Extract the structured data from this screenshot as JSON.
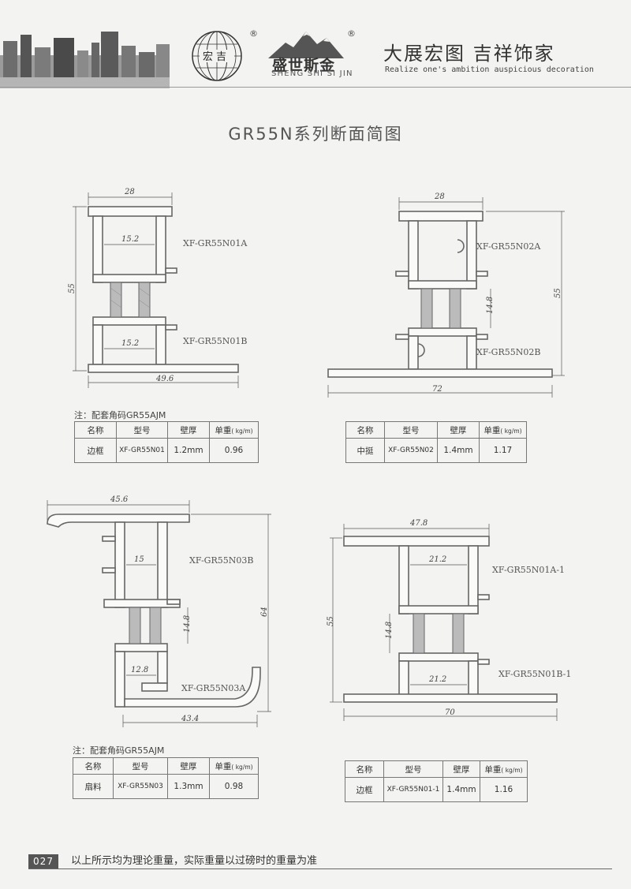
{
  "header": {
    "globe_text": "宏吉",
    "reg_mark": "®",
    "brand_cn": "盛世斯金",
    "brand_en": "SHENG SHI SI JIN",
    "slogan_cn": "大展宏图 吉祥饰家",
    "slogan_en": "Realize one's ambition auspicious decoration"
  },
  "title": "GR55N系列断面简图",
  "drawings": {
    "d1": {
      "top_dim": "28",
      "inner_top": "15.2",
      "inner_bottom": "15.2",
      "height_dim": "55",
      "bottom_dim": "49.6",
      "label_a": "XF-GR55N01A",
      "label_b": "XF-GR55N01B"
    },
    "d2": {
      "top_dim": "28",
      "mid_dim": "14.8",
      "height_dim": "55",
      "bottom_dim": "72",
      "label_a": "XF-GR55N02A",
      "label_b": "XF-GR55N02B"
    },
    "d3": {
      "top_dim": "45.6",
      "inner_top": "15",
      "mid_dim": "14.8",
      "inner_bottom": "12.8",
      "height_dim": "64",
      "bottom_dim": "43.4",
      "label_a": "XF-GR55N03B",
      "label_b": "XF-GR55N03A"
    },
    "d4": {
      "top_dim": "47.8",
      "inner_top": "21.2",
      "mid_dim": "14.8",
      "inner_bottom": "21.2",
      "height_dim": "55",
      "bottom_dim": "70",
      "label_a": "XF-GR55N01A-1",
      "label_b": "XF-GR55N01B-1"
    }
  },
  "notes": {
    "note1": "注：配套角码GR55AJM",
    "note3": "注：配套角码GR55AJM"
  },
  "table_headers": {
    "name": "名称",
    "model": "型号",
    "thickness": "壁厚",
    "weight": "单重",
    "unit": "( kg/m)"
  },
  "tables": [
    {
      "name": "边框",
      "model": "XF-GR55N01",
      "thickness": "1.2mm",
      "weight": "0.96"
    },
    {
      "name": "中挺",
      "model": "XF-GR55N02",
      "thickness": "1.4mm",
      "weight": "1.17"
    },
    {
      "name": "扇料",
      "model": "XF-GR55N03",
      "thickness": "1.3mm",
      "weight": "0.98"
    },
    {
      "name": "边框",
      "model": "XF-GR55N01-1",
      "thickness": "1.4mm",
      "weight": "1.16"
    }
  ],
  "footer": {
    "page_no": "027",
    "text": "以上所示均为理论重量，实际重量以过磅时的重量为准"
  }
}
